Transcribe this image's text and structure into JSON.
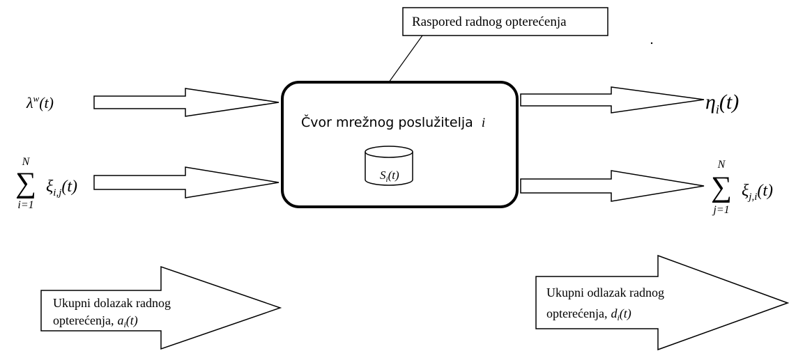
{
  "callout": {
    "label": "Raspored radnog opterećenja"
  },
  "node": {
    "title": "Čvor mrežnog poslužitelja",
    "title_var": "i",
    "storage": {
      "sym": "S",
      "sub": "i",
      "arg": "(t)"
    }
  },
  "inputs": {
    "lambda": {
      "sym": "λ",
      "sup": "w",
      "arg": "(t)"
    },
    "sum": {
      "upper": "N",
      "lower": "i=1",
      "sym": "ξ",
      "sub": "i,j",
      "arg": "(t)"
    }
  },
  "outputs": {
    "eta": {
      "sym": "η",
      "sub": "i",
      "arg": "(t)"
    },
    "sum": {
      "upper": "N",
      "lower": "j=1",
      "sym": "ξ",
      "sub": "j,i",
      "arg": "(t)"
    }
  },
  "arrival": {
    "line1": "Ukupni dolazak radnog",
    "line2": "opterećenja,",
    "var": "a",
    "sub": "i",
    "arg": "(t)"
  },
  "departure": {
    "line1": "Ukupni odlazak radnog",
    "line2": "opterećenja,",
    "var": "d",
    "sub": "i",
    "arg": "(t)"
  }
}
